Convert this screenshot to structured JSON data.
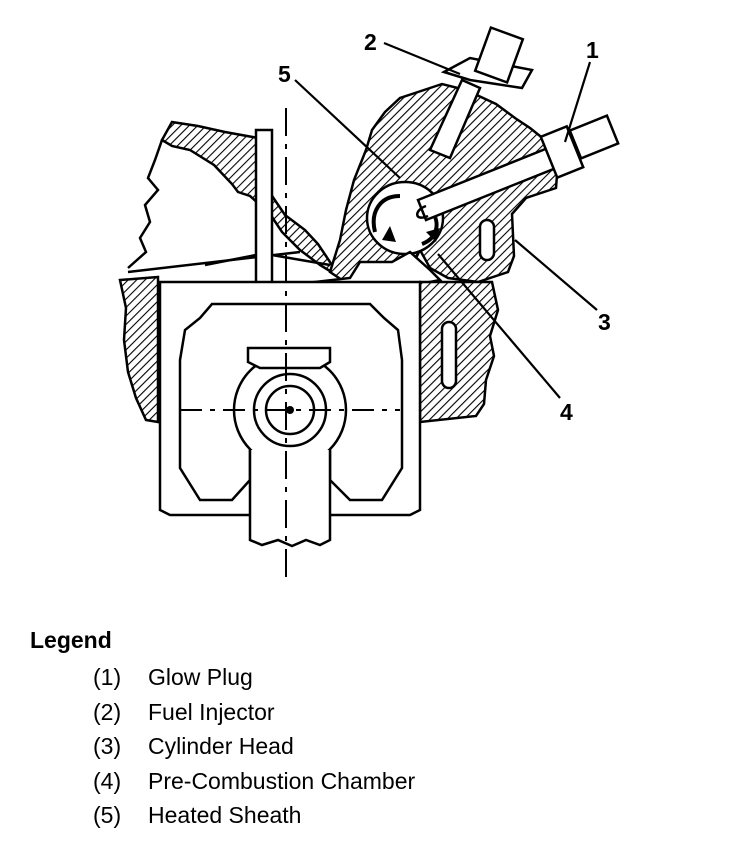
{
  "callouts": [
    {
      "number": "1",
      "name": "Glow Plug"
    },
    {
      "number": "2",
      "name": "Fuel Injector"
    },
    {
      "number": "3",
      "name": "Cylinder Head"
    },
    {
      "number": "4",
      "name": "Pre-Combustion Chamber"
    },
    {
      "number": "5",
      "name": "Heated Sheath"
    }
  ],
  "legend": {
    "title": "Legend",
    "items": [
      {
        "number": "(1)",
        "label": "Glow Plug"
      },
      {
        "number": "(2)",
        "label": "Fuel Injector"
      },
      {
        "number": "(3)",
        "label": "Cylinder Head"
      },
      {
        "number": "(4)",
        "label": "Pre-Combustion Chamber"
      },
      {
        "number": "(5)",
        "label": "Heated Sheath"
      }
    ]
  }
}
